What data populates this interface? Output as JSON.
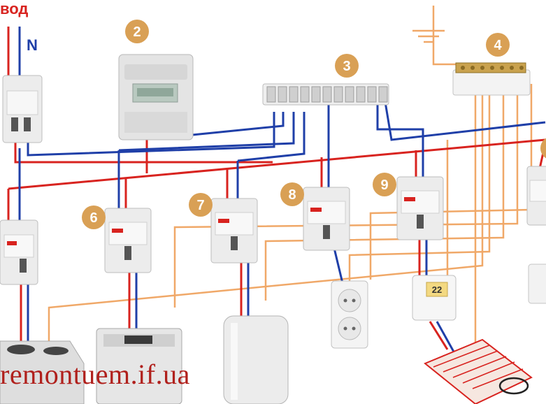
{
  "title_fragment": "вод",
  "neutral_label": "N",
  "badges": [
    {
      "id": "2",
      "label": "2"
    },
    {
      "id": "3",
      "label": "3"
    },
    {
      "id": "4",
      "label": "4"
    },
    {
      "id": "6",
      "label": "6"
    },
    {
      "id": "7",
      "label": "7"
    },
    {
      "id": "8",
      "label": "8"
    },
    {
      "id": "9",
      "label": "9"
    }
  ],
  "thermostat_display": "22",
  "watermark": "remontuem.if.ua",
  "colors": {
    "phase": "#d8231f",
    "neutral": "#1f3fa8",
    "ground": "#f0a868",
    "badge": "#d9a055",
    "device": "#e6e6e6"
  }
}
